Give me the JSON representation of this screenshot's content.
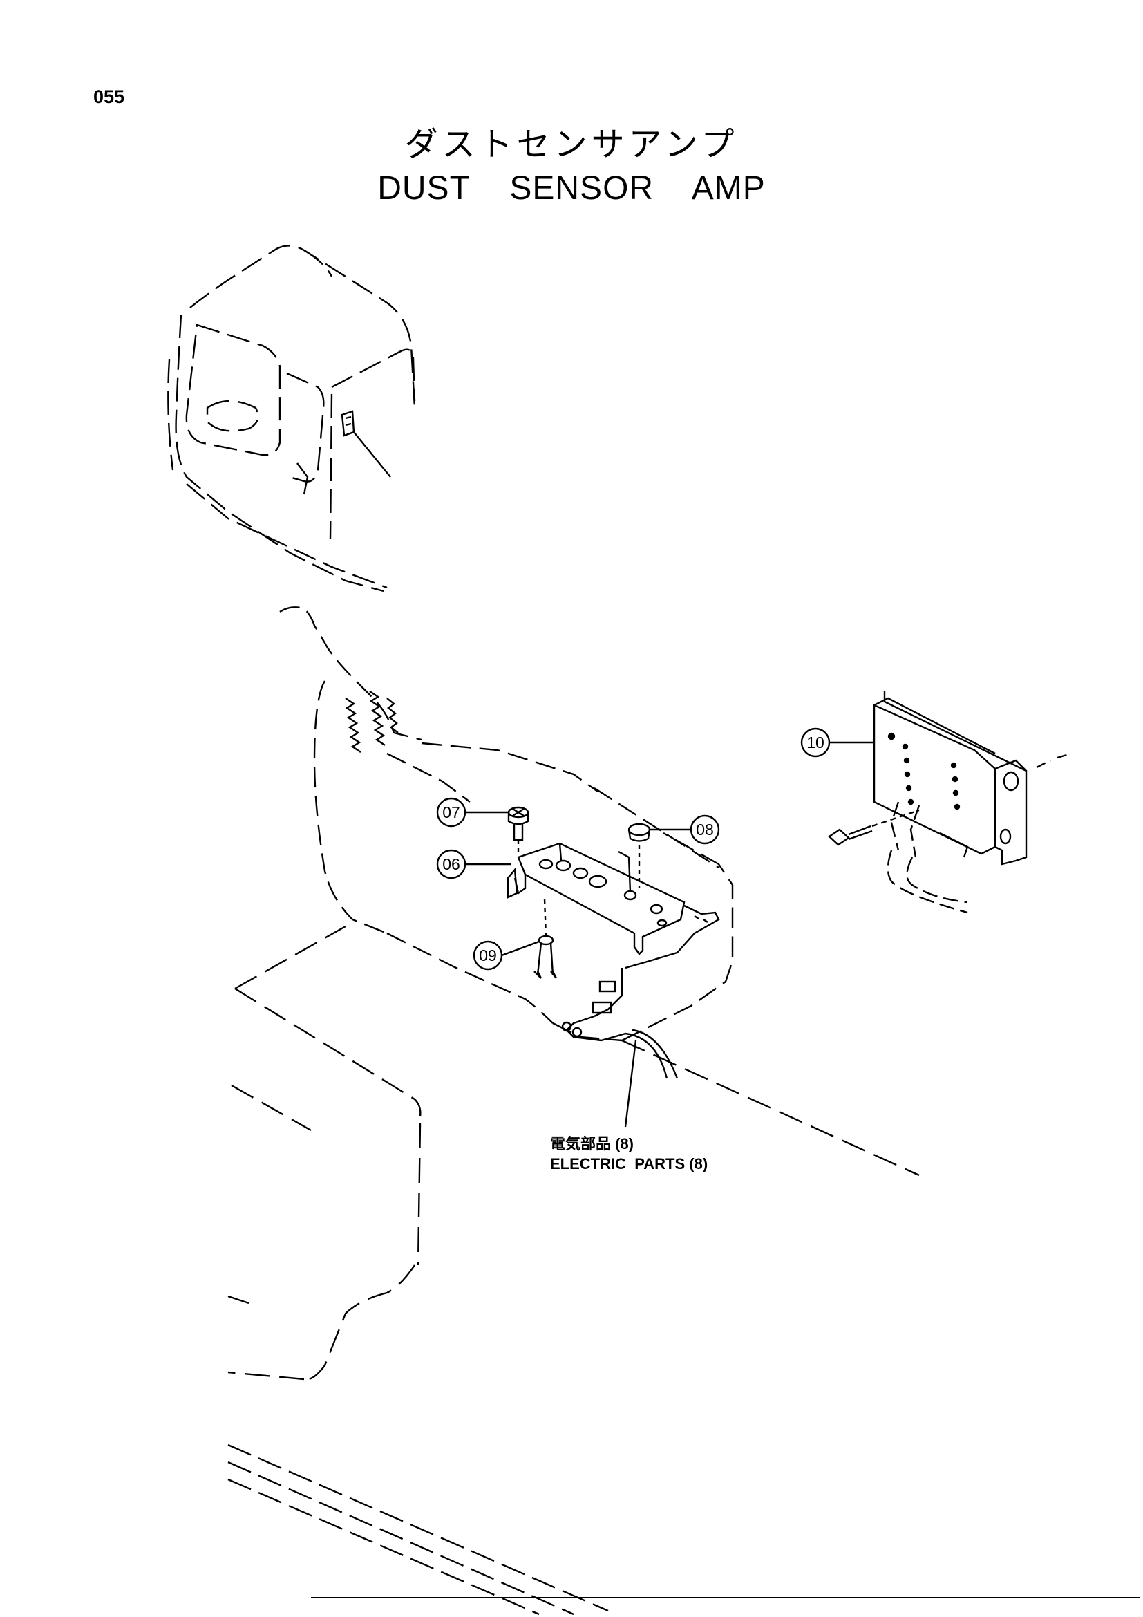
{
  "page": {
    "number": "055"
  },
  "title": {
    "japanese": "ダストセンサアンプ",
    "english": "DUST    SENSOR    AMP"
  },
  "callouts": [
    {
      "id": "06",
      "label": "06"
    },
    {
      "id": "07",
      "label": "07"
    },
    {
      "id": "08",
      "label": "08"
    },
    {
      "id": "09",
      "label": "09"
    },
    {
      "id": "10",
      "label": "10"
    }
  ],
  "reference_note": {
    "japanese": "電気部品 (8)",
    "english": "ELECTRIC  PARTS (8)"
  }
}
